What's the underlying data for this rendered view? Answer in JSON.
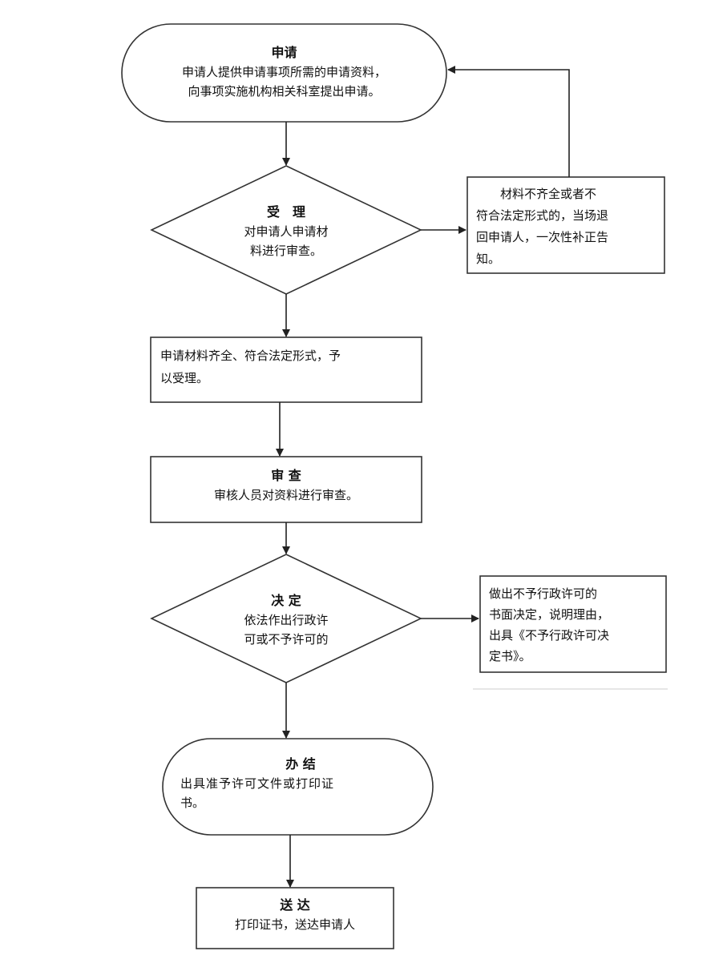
{
  "nodes": {
    "apply": {
      "title": "申请",
      "lines": [
        "申请人提供申请事项所需的申请资料，",
        "向事项实施机构相关科室提出申请。"
      ]
    },
    "accept": {
      "title": "受　理",
      "lines": [
        "对申请人申请材",
        "料进行审查。"
      ]
    },
    "reject_incomplete": {
      "lines": [
        "　　材料不齐全或者不",
        "符合法定形式的，当场退",
        "回申请人，一次性补正告",
        "知。"
      ]
    },
    "accepted": {
      "lines": [
        "申请材料齐全、符合法定形式，予",
        "以受理。"
      ]
    },
    "review": {
      "title": "审 查",
      "lines": [
        "审核人员对资料进行审查。"
      ]
    },
    "decide": {
      "title": "决 定",
      "lines": [
        "依法作出行政许",
        "可或不予许可的"
      ]
    },
    "deny": {
      "lines": [
        "做出不予行政许可的",
        "书面决定，说明理由，",
        "出具《不予行政许可决",
        "定书》。"
      ]
    },
    "complete": {
      "title": "办 结",
      "lines": [
        "出具准予许可文件或打印证",
        "书。"
      ]
    },
    "deliver": {
      "title": "送 达",
      "lines": [
        "打印证书，送达申请人"
      ]
    }
  }
}
